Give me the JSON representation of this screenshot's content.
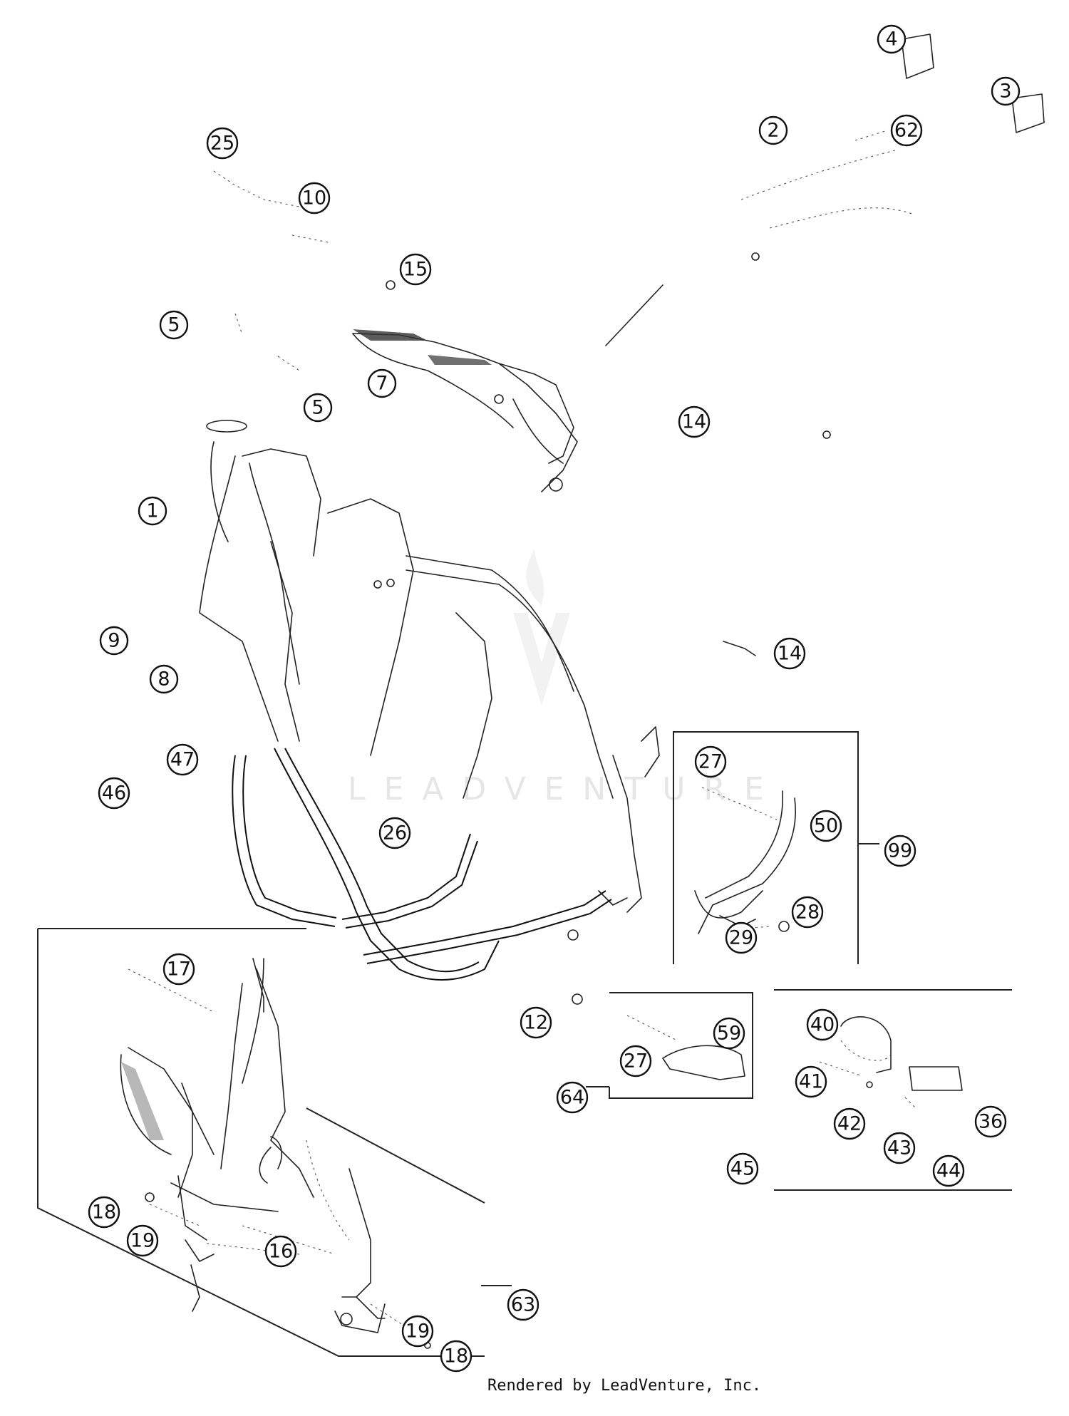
{
  "watermark": {
    "text": "LEADVENTURE"
  },
  "footer": {
    "credit": "Rendered by LeadVenture, Inc."
  },
  "callouts": [
    "4",
    "3",
    "2",
    "62",
    "25",
    "10",
    "15",
    "5",
    "5",
    "7",
    "14",
    "1",
    "9",
    "8",
    "14",
    "47",
    "46",
    "26",
    "27",
    "50",
    "99",
    "28",
    "29",
    "17",
    "12",
    "59",
    "27",
    "64",
    "40",
    "41",
    "42",
    "43",
    "36",
    "45",
    "44",
    "18",
    "19",
    "16",
    "63",
    "19",
    "18"
  ]
}
